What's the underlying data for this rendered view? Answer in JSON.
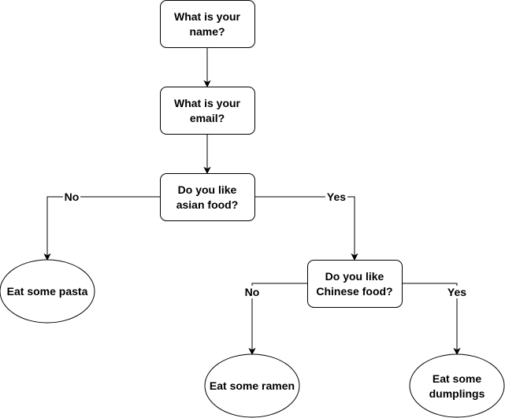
{
  "nodes": {
    "name": {
      "shape": "rounded-rect",
      "lines": [
        "What is your",
        "name?"
      ]
    },
    "email": {
      "shape": "rounded-rect",
      "lines": [
        "What is your",
        "email?"
      ]
    },
    "asian": {
      "shape": "rounded-rect",
      "lines": [
        "Do you like",
        "asian food?"
      ]
    },
    "pasta": {
      "shape": "ellipse",
      "lines": [
        "Eat some pasta"
      ]
    },
    "chinese": {
      "shape": "rounded-rect",
      "lines": [
        "Do you like",
        "Chinese food?"
      ]
    },
    "ramen": {
      "shape": "ellipse",
      "lines": [
        "Eat some ramen"
      ]
    },
    "dumplings": {
      "shape": "ellipse",
      "lines": [
        "Eat some",
        "dumplings"
      ]
    }
  },
  "edges": {
    "name_email": {
      "from": "name",
      "to": "email",
      "label": ""
    },
    "email_asian": {
      "from": "email",
      "to": "asian",
      "label": ""
    },
    "asian_pasta": {
      "from": "asian",
      "to": "pasta",
      "label": "No"
    },
    "asian_chinese": {
      "from": "asian",
      "to": "chinese",
      "label": "Yes"
    },
    "chinese_ramen": {
      "from": "chinese",
      "to": "ramen",
      "label": "No"
    },
    "chinese_dumplings": {
      "from": "chinese",
      "to": "dumplings",
      "label": "Yes"
    }
  },
  "colors": {
    "stroke": "#000000",
    "fill": "#ffffff",
    "background": "#ffffff"
  }
}
